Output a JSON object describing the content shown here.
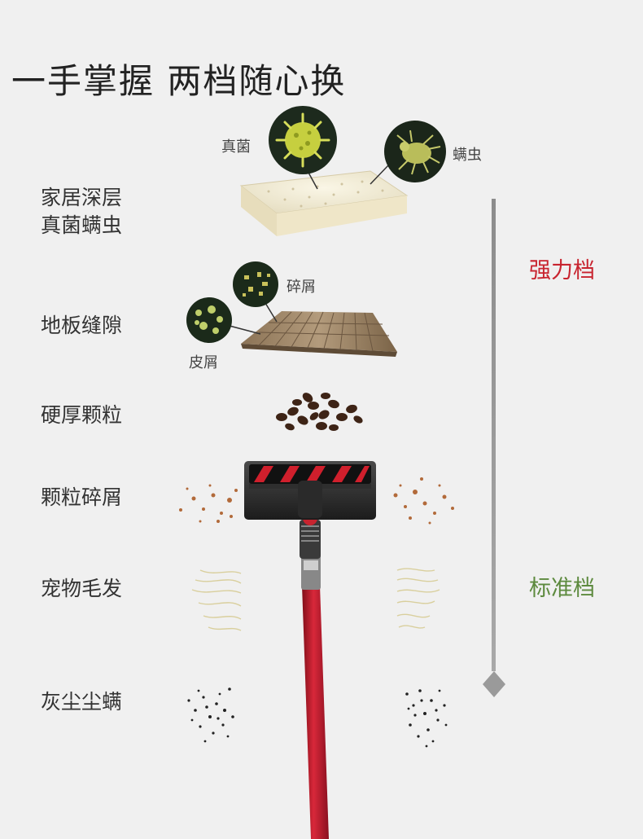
{
  "title": "一手掌握  两档随心换",
  "rows": [
    {
      "line1": "家居深层",
      "line2": "真菌螨虫"
    },
    {
      "line1": "地板缝隙"
    },
    {
      "line1": "硬厚颗粒"
    },
    {
      "line1": "颗粒碎屑"
    },
    {
      "line1": "宠物毛发"
    },
    {
      "line1": "灰尘尘螨"
    }
  ],
  "callouts": {
    "fungus": "真菌",
    "mite": "螨虫",
    "debris": "碎屑",
    "skin": "皮屑"
  },
  "modes": {
    "strong": "强力档",
    "standard": "标准档"
  },
  "colors": {
    "strong": "#c8242f",
    "standard": "#5d8a3e",
    "wand": "#c01a2a"
  }
}
